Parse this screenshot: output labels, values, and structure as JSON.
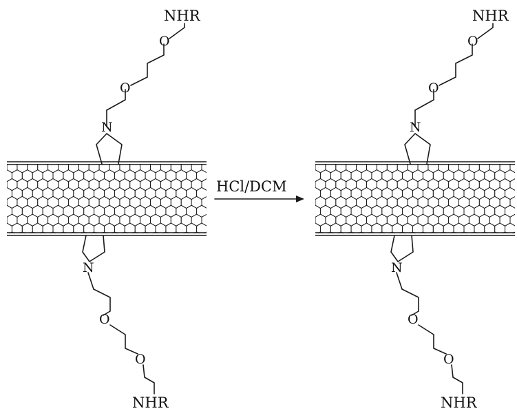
{
  "reaction": {
    "reagent_label": "HCl/DCM"
  },
  "reactant": {
    "top_chain": {
      "terminal_group": "NHR",
      "oxygen_1": "O",
      "oxygen_2": "O",
      "nitrogen": "N"
    },
    "bottom_chain": {
      "terminal_group": "NHR",
      "oxygen_1": "O",
      "oxygen_2": "O",
      "nitrogen": "N"
    }
  },
  "product": {
    "top_chain": {
      "terminal_group": "NHR",
      "oxygen_1": "O",
      "oxygen_2": "O",
      "nitrogen": "N"
    },
    "bottom_chain": {
      "terminal_group": "NHR",
      "oxygen_1": "O",
      "oxygen_2": "O",
      "nitrogen": "N"
    }
  },
  "colors": {
    "ink": "#1a1a1a",
    "background": "#ffffff"
  }
}
